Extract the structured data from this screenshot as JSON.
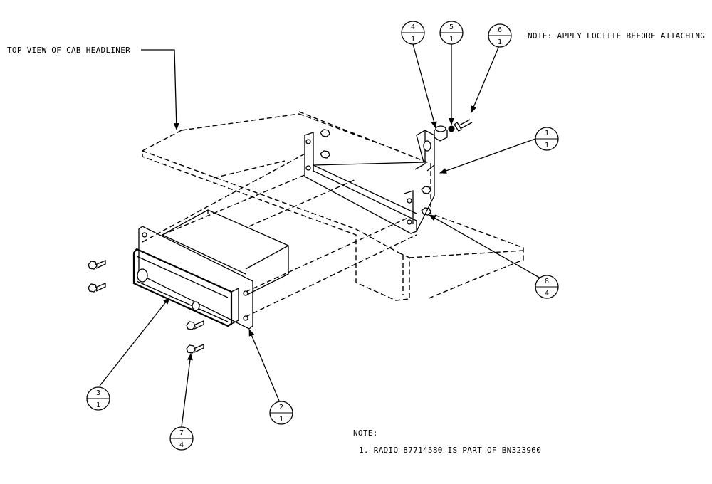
{
  "headliner_label": "TOP VIEW OF CAB HEADLINER",
  "top_note": "NOTE: APPLY LOCTITE BEFORE ATTACHING",
  "bottom_note": {
    "title": "NOTE:",
    "item": "1. RADIO 87714580 IS PART OF BN323960"
  },
  "callouts": [
    {
      "item": "4",
      "qty": "1"
    },
    {
      "item": "5",
      "qty": "1"
    },
    {
      "item": "6",
      "qty": "1"
    },
    {
      "item": "1",
      "qty": "1"
    },
    {
      "item": "8",
      "qty": "4"
    },
    {
      "item": "3",
      "qty": "1"
    },
    {
      "item": "2",
      "qty": "1"
    },
    {
      "item": "7",
      "qty": "4"
    }
  ]
}
